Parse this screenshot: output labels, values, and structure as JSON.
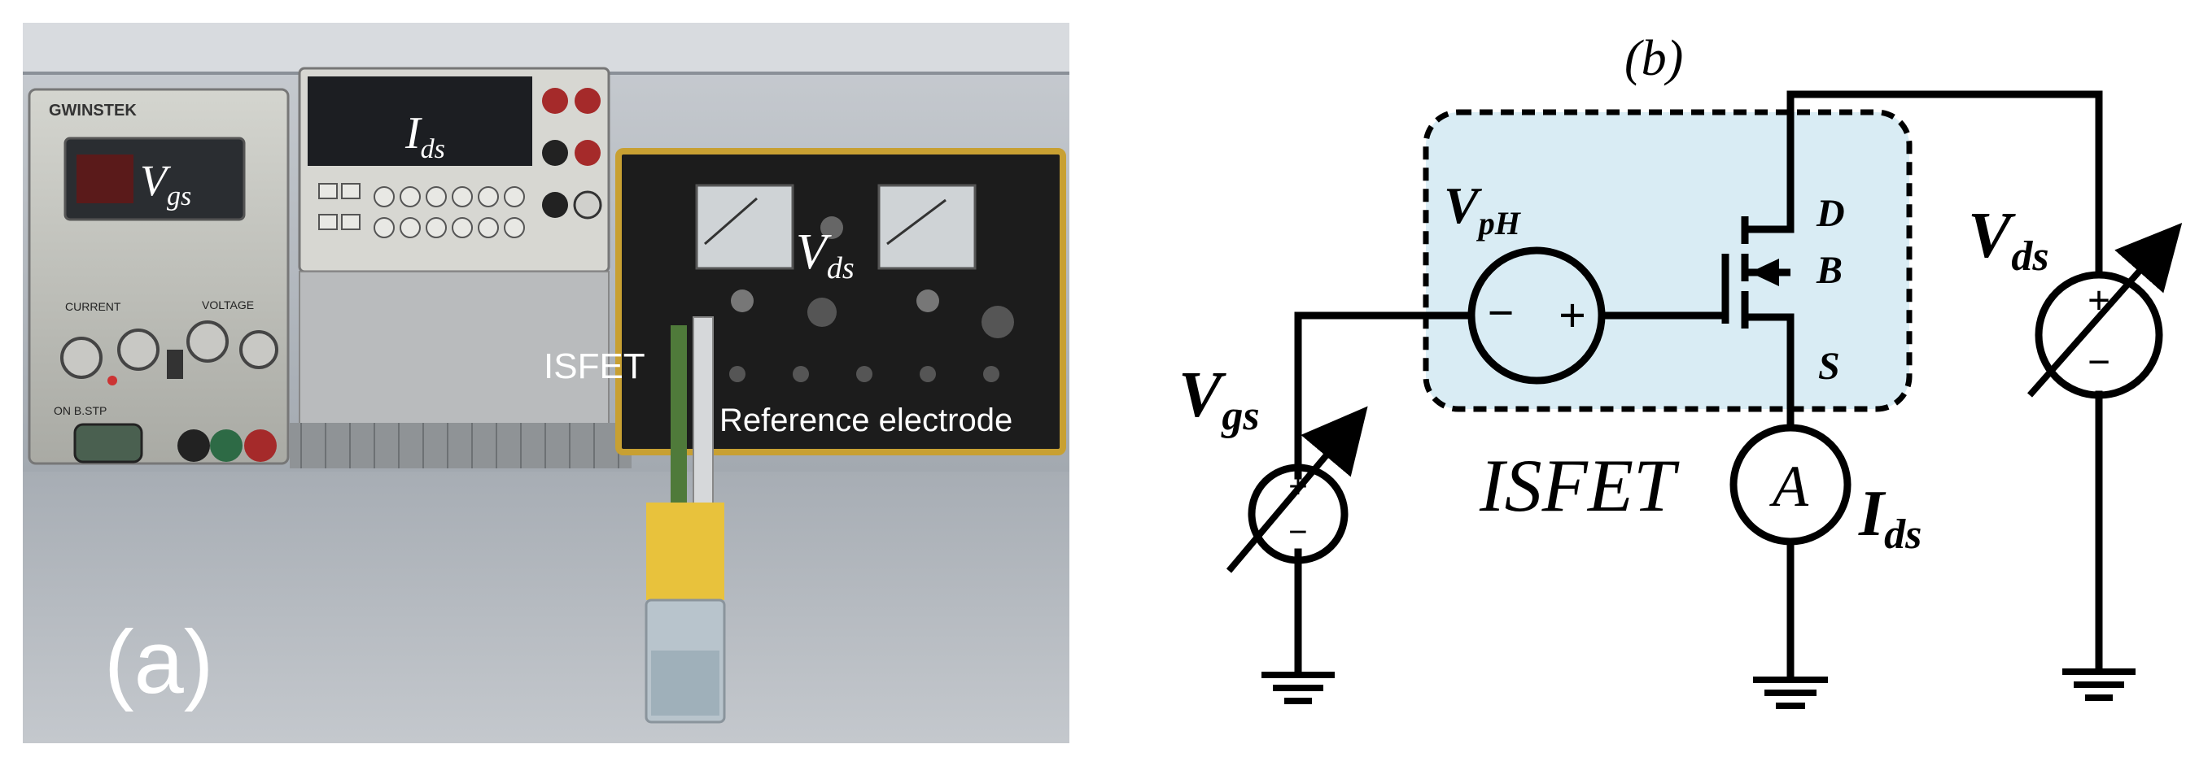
{
  "panel_a": {
    "label": "(a)",
    "vgs_main": "V",
    "vgs_sub": "gs",
    "ids_main": "I",
    "ids_sub": "ds",
    "vds_main": "V",
    "vds_sub": "ds",
    "isfet": "ISFET",
    "reference": "Reference electrode",
    "brand": "GWINSTEK",
    "supply_labels": [
      "CURRENT",
      "VOLTAGE"
    ],
    "supply_footer": "ON  B.STP"
  },
  "panel_b": {
    "label": "(b)",
    "vph_main": "V",
    "vph_sub": "pH",
    "drain": "D",
    "bulk": "B",
    "source": "S",
    "vgs_main": "V",
    "vgs_sub": "gs",
    "vds_main": "V",
    "vds_sub": "ds",
    "ids_main": "I",
    "ids_sub": "ds",
    "isfet": "ISFET",
    "ammeter": "A",
    "minus": "−",
    "plus": "+"
  }
}
